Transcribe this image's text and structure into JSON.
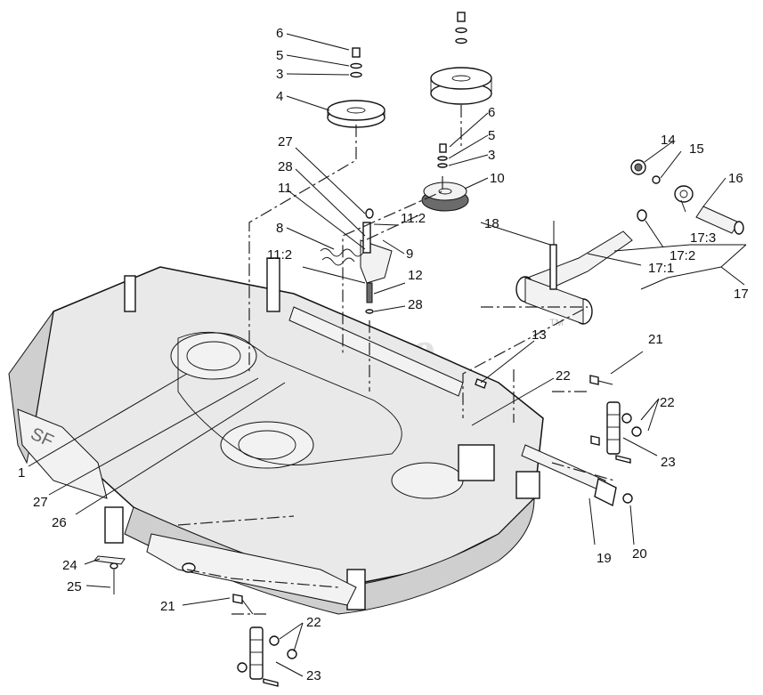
{
  "watermark": {
    "text": "PartsTree",
    "trademark": "TM"
  },
  "callouts": {
    "c1": "1",
    "c3a": "3",
    "c3b": "3",
    "c4": "4",
    "c5a": "5",
    "c5b": "5",
    "c6a": "6",
    "c6b": "6",
    "c8": "8",
    "c9": "9",
    "c10": "10",
    "c11": "11",
    "c11_2a": "11:2",
    "c11_2b": "11:2",
    "c12": "12",
    "c13": "13",
    "c14": "14",
    "c15": "15",
    "c16": "16",
    "c17": "17",
    "c17_1": "17:1",
    "c17_2": "17:2",
    "c17_3": "17:3",
    "c18": "18",
    "c19": "19",
    "c20": "20",
    "c21a": "21",
    "c21b": "21",
    "c22a": "22",
    "c22b": "22",
    "c22c": "22",
    "c23a": "23",
    "c23b": "23",
    "c24": "24",
    "c25": "25",
    "c26": "26",
    "c27a": "27",
    "c27b": "27",
    "c28a": "28",
    "c28b": "28"
  },
  "deck_label": "SF"
}
